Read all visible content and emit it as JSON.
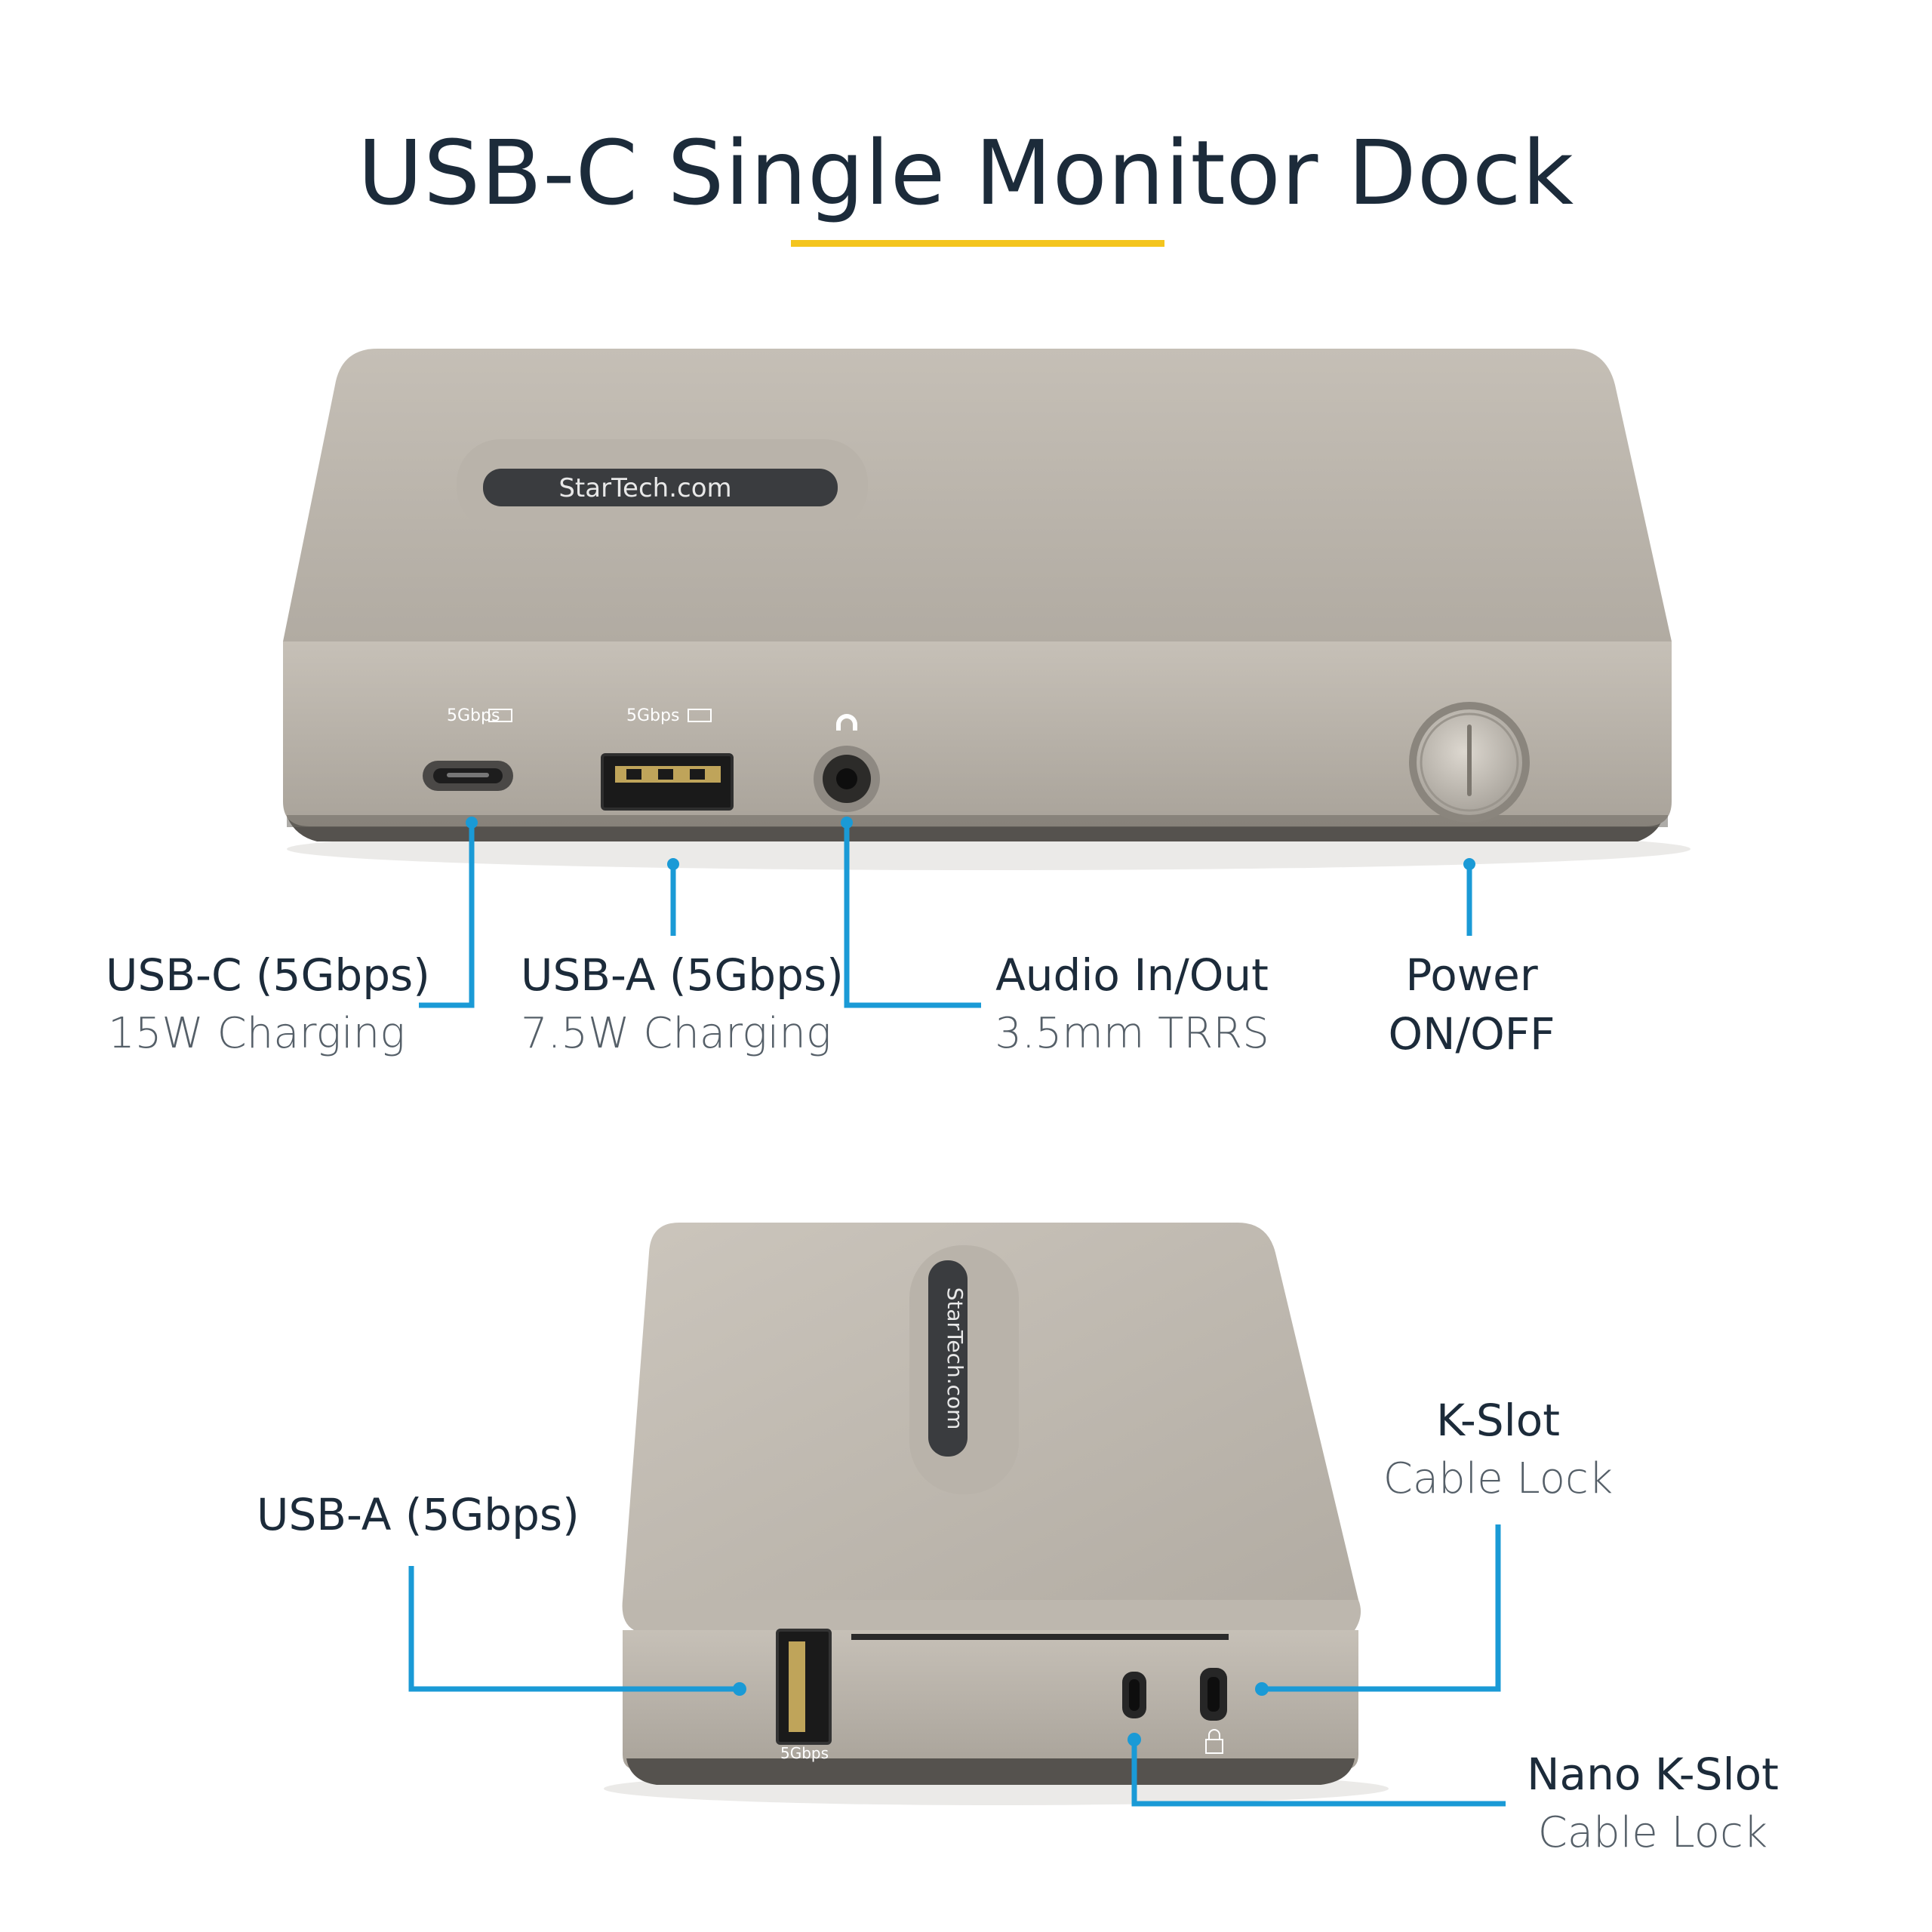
{
  "title": "USB-C Single Monitor Dock",
  "brand": {
    "logo_text": "StarTech.com",
    "dot_color": "#f4c51e"
  },
  "accent_color": "#f4c51e",
  "callout_color": "#1a9ad6",
  "front_device": {
    "port_markings": {
      "usb_c": "5Gbps",
      "usb_a": "5Gbps",
      "audio_icon": "headset-icon",
      "power_icon": "power-icon"
    }
  },
  "side_device": {
    "port_markings": {
      "usb_a": "5Gbps",
      "lock_icon": "padlock-icon"
    }
  },
  "callouts": {
    "usb_c": {
      "main": "USB-C (5Gbps)",
      "sub": "15W Charging"
    },
    "usb_a_front": {
      "main": "USB-A (5Gbps)",
      "sub": "7.5W Charging"
    },
    "audio": {
      "main": "Audio In/Out",
      "sub": "3.5mm TRRS"
    },
    "power": {
      "main": "Power",
      "sub": "ON/OFF"
    },
    "usb_a_side": {
      "main": "USB-A (5Gbps)"
    },
    "k_slot": {
      "main": "K-Slot",
      "sub": "Cable Lock"
    },
    "nano_k_slot": {
      "main": "Nano K-Slot",
      "sub": "Cable Lock"
    }
  }
}
